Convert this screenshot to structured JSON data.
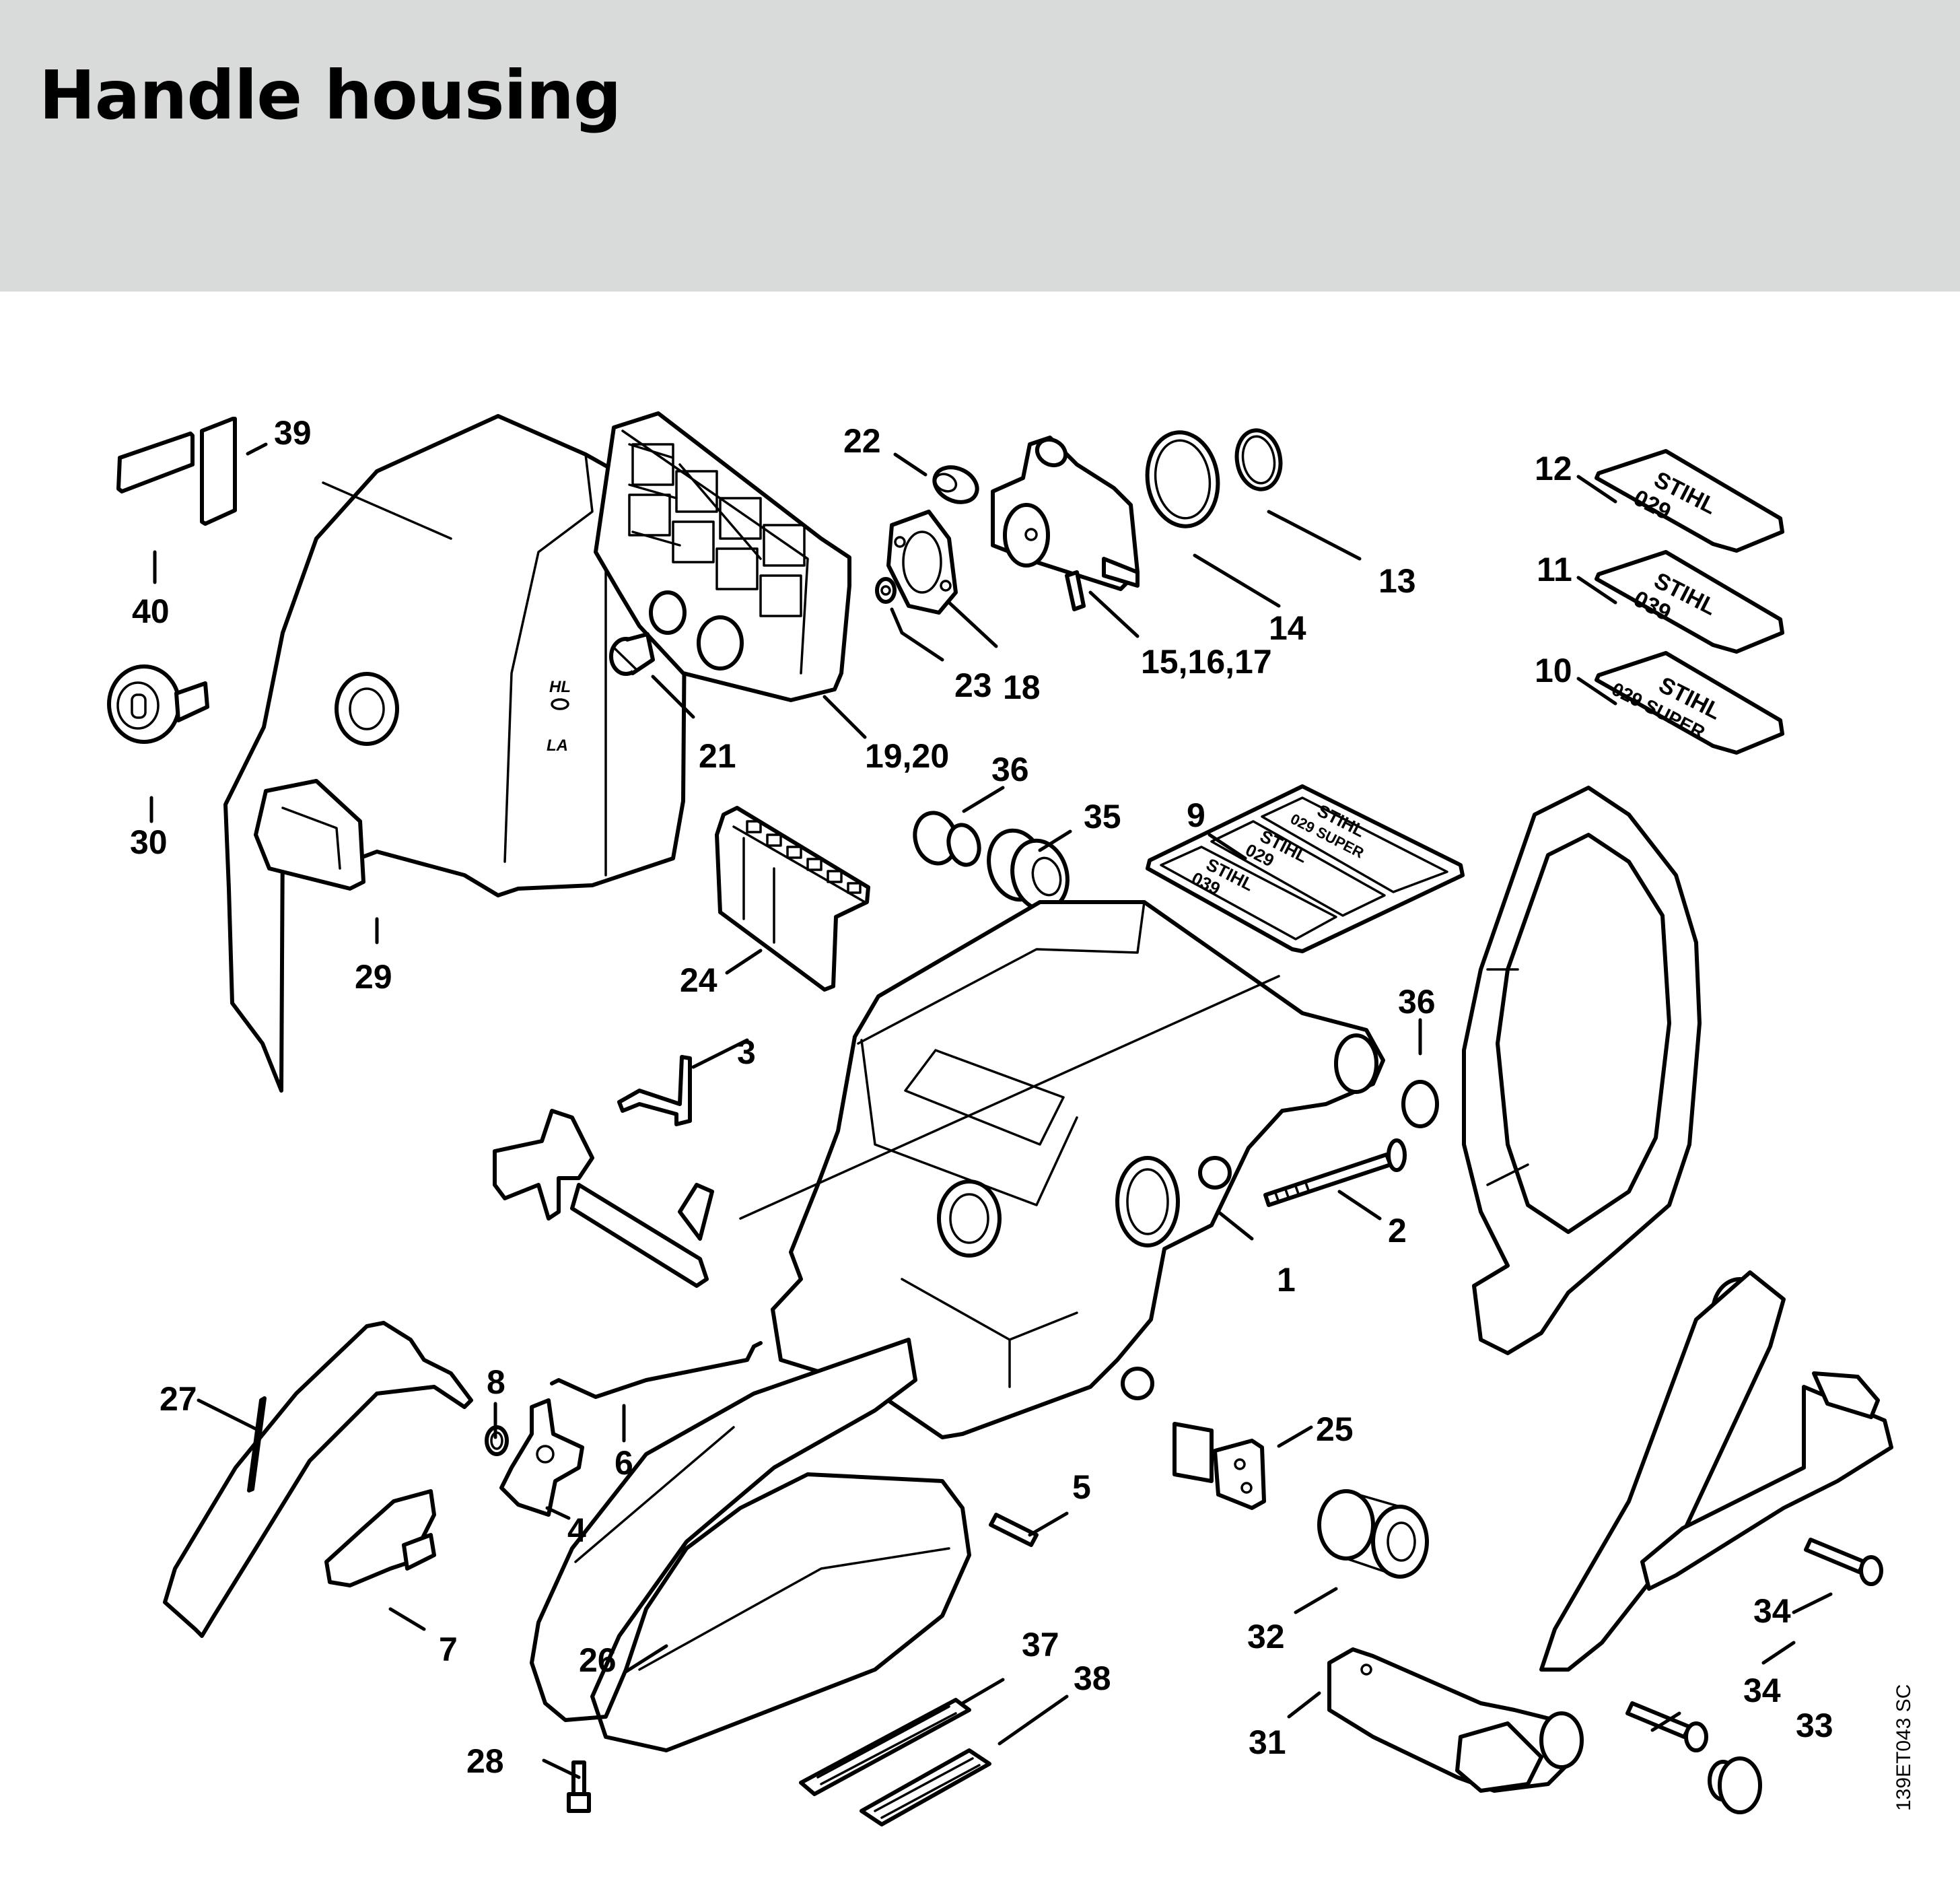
{
  "header": {
    "title": "Handle housing",
    "background_color": "#d9dbda"
  },
  "diagram": {
    "drawing_code": "139ET043 SC",
    "callouts": [
      {
        "id": "c1",
        "label": "1"
      },
      {
        "id": "c2",
        "label": "2"
      },
      {
        "id": "c3",
        "label": "3"
      },
      {
        "id": "c4",
        "label": "4"
      },
      {
        "id": "c5",
        "label": "5"
      },
      {
        "id": "c6",
        "label": "6"
      },
      {
        "id": "c7",
        "label": "7"
      },
      {
        "id": "c8",
        "label": "8"
      },
      {
        "id": "c9",
        "label": "9"
      },
      {
        "id": "c10",
        "label": "10"
      },
      {
        "id": "c11",
        "label": "11"
      },
      {
        "id": "c12",
        "label": "12"
      },
      {
        "id": "c13",
        "label": "13"
      },
      {
        "id": "c14",
        "label": "14"
      },
      {
        "id": "c15",
        "label": "15,16,17"
      },
      {
        "id": "c18",
        "label": "18"
      },
      {
        "id": "c19",
        "label": "19,20"
      },
      {
        "id": "c21",
        "label": "21"
      },
      {
        "id": "c22",
        "label": "22"
      },
      {
        "id": "c23",
        "label": "23"
      },
      {
        "id": "c24",
        "label": "24"
      },
      {
        "id": "c25",
        "label": "25"
      },
      {
        "id": "c26",
        "label": "26"
      },
      {
        "id": "c27",
        "label": "27"
      },
      {
        "id": "c28",
        "label": "28"
      },
      {
        "id": "c29",
        "label": "29"
      },
      {
        "id": "c30",
        "label": "30"
      },
      {
        "id": "c31",
        "label": "31"
      },
      {
        "id": "c32",
        "label": "32"
      },
      {
        "id": "c33",
        "label": "33"
      },
      {
        "id": "c34a",
        "label": "34"
      },
      {
        "id": "c34b",
        "label": "34"
      },
      {
        "id": "c35",
        "label": "35"
      },
      {
        "id": "c36a",
        "label": "36"
      },
      {
        "id": "c36b",
        "label": "36"
      },
      {
        "id": "c37",
        "label": "37"
      },
      {
        "id": "c38",
        "label": "38"
      },
      {
        "id": "c39",
        "label": "39"
      },
      {
        "id": "c40",
        "label": "40"
      }
    ],
    "decals": {
      "d12": {
        "brand": "STIHL",
        "model": "029"
      },
      "d11": {
        "brand": "STIHL",
        "model": "039"
      },
      "d10": {
        "brand": "STIHL",
        "model": "029 SUPER"
      },
      "d9": [
        {
          "brand": "STIHL",
          "model": "029 SUPER"
        },
        {
          "brand": "STIHL",
          "model": "029"
        },
        {
          "brand": "STIHL",
          "model": "039"
        }
      ]
    },
    "shroud_marks": {
      "hl": "HL",
      "la": "LA"
    }
  }
}
